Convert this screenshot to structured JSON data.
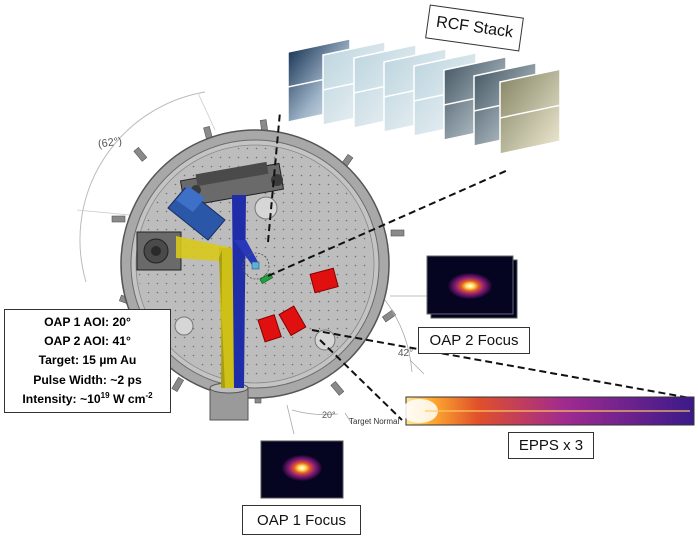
{
  "labels": {
    "rcf_stack": "RCF Stack",
    "oap2_focus": "OAP 2 Focus",
    "oap1_focus": "OAP 1 Focus",
    "epps": "EPPS x 3",
    "target_normal": "Target Normal"
  },
  "angles": {
    "a62": "(62°)",
    "a42": "42°",
    "a20": "20°"
  },
  "parameters": {
    "oap1_aoi": "OAP 1 AOI: 20°",
    "oap2_aoi": "OAP 2 AOI: 41°",
    "target": "Target: 15 µm Au",
    "pulse_width": "Pulse Width: ~2 ps",
    "intensity_prefix": "Intensity: ~10",
    "intensity_exp": "19",
    "intensity_unit": " W cm",
    "intensity_unit_exp": "-2"
  },
  "colors": {
    "chamber": "#9a9a9a",
    "beam_yellow": "#d8c81a",
    "beam_blue": "#1f2ea8",
    "detector_red": "#e01010",
    "target_green": "#20a040"
  }
}
